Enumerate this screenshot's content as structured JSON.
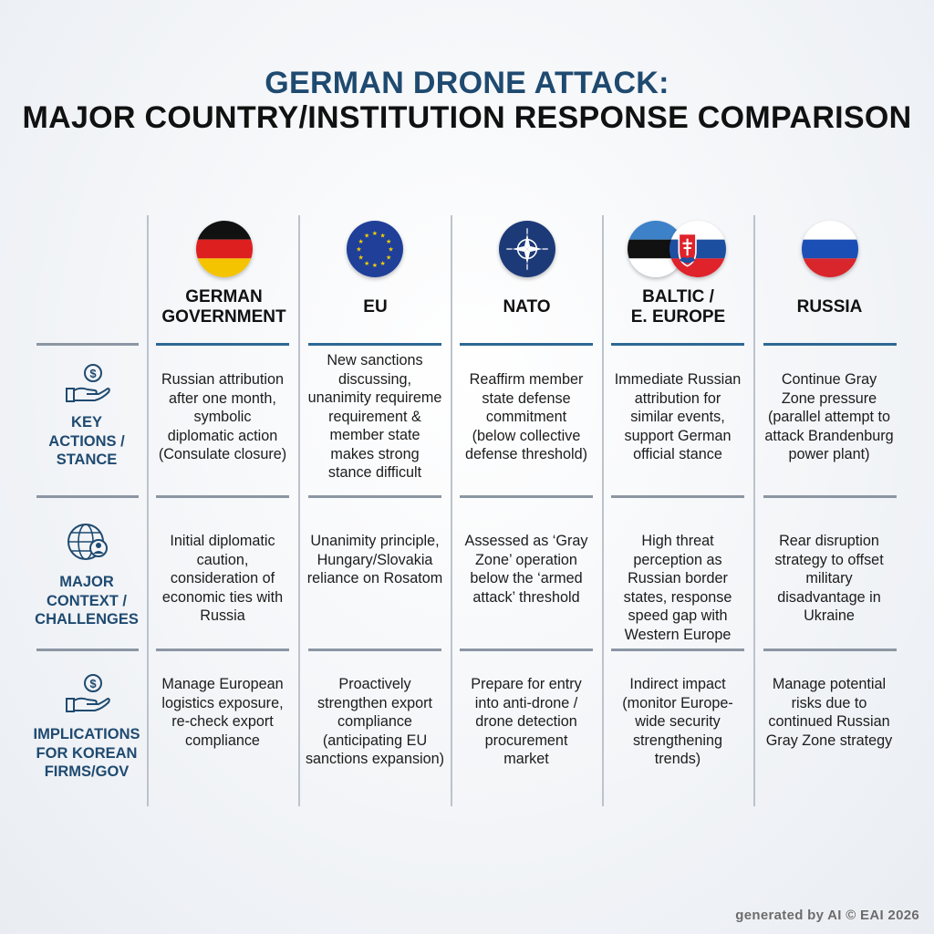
{
  "title": {
    "line1": "GERMAN DRONE ATTACK:",
    "line2": "MAJOR COUNTRY/INSTITUTION RESPONSE COMPARISON"
  },
  "columns": [
    {
      "label_line1": "GERMAN",
      "label_line2": "GOVERNMENT",
      "flag": "germany-flag"
    },
    {
      "label_line1": "EU",
      "label_line2": "",
      "flag": "eu-flag"
    },
    {
      "label_line1": "NATO",
      "label_line2": "",
      "flag": "nato-flag"
    },
    {
      "label_line1": "BALTIC /",
      "label_line2": "E. EUROPE",
      "flag": "estonia-slovakia-flags"
    },
    {
      "label_line1": "RUSSIA",
      "label_line2": "",
      "flag": "russia-flag"
    }
  ],
  "rows": [
    {
      "label": [
        "KEY",
        "ACTIONS /",
        "STANCE"
      ],
      "icon": "hand-coin-icon",
      "cells": [
        [
          "Russian attribution",
          "after one month,",
          "symbolic",
          "diplomatic action",
          "(Consulate closure)"
        ],
        [
          "New sanctions",
          "discussing,",
          "unanimity requireme",
          "requirement &",
          "member state",
          "makes strong",
          "stance difficult"
        ],
        [
          "Reaffirm member",
          "state defense",
          "commitment",
          "(below collective",
          "defense threshold)"
        ],
        [
          "Immediate Russian",
          "attribution for",
          "similar events,",
          "support German",
          "official stance"
        ],
        [
          "Continue Gray",
          "Zone pressure",
          "(parallel attempt to",
          "attack Brandenburg",
          "power plant)"
        ]
      ]
    },
    {
      "label": [
        "MAJOR",
        "CONTEXT /",
        "CHALLENGES"
      ],
      "icon": "globe-person-icon",
      "cells": [
        [
          "Initial diplomatic",
          "caution,",
          "consideration of",
          "economic ties with",
          "Russia"
        ],
        [
          "Unanimity principle,",
          "Hungary/Slovakia",
          "reliance on Rosatom"
        ],
        [
          "Assessed as ‘Gray",
          "Zone’ operation",
          "below the ‘armed",
          "attack’ threshold"
        ],
        [
          "High threat",
          "perception as",
          "Russian border",
          "states, response",
          "speed gap with",
          "Western Europe"
        ],
        [
          "Rear disruption",
          "strategy to offset",
          "military",
          "disadvantage in",
          "Ukraine"
        ]
      ]
    },
    {
      "label": [
        "IMPLICATIONS",
        "FOR KOREAN",
        "FIRMS/GOV"
      ],
      "icon": "hand-coin-icon",
      "cells": [
        [
          "Manage European",
          "logistics exposure,",
          "re-check export",
          "compliance"
        ],
        [
          "Proactively",
          "strengthen export",
          "compliance",
          "(anticipating EU",
          "sanctions expansion)"
        ],
        [
          "Prepare for entry",
          "into anti-drone /",
          "drone detection",
          "procurement",
          "market"
        ],
        [
          "Indirect impact",
          "(monitor Europe-",
          "wide security",
          "strengthening",
          "trends)"
        ],
        [
          "Manage potential",
          "risks due to",
          "continued Russian",
          "Gray Zone strategy"
        ]
      ]
    }
  ],
  "footer": "generated by AI © EAI 2026",
  "colors": {
    "title_accent": "#1f4a70",
    "separator_blue": "#2e6894",
    "grid": "#bcc3cc"
  }
}
